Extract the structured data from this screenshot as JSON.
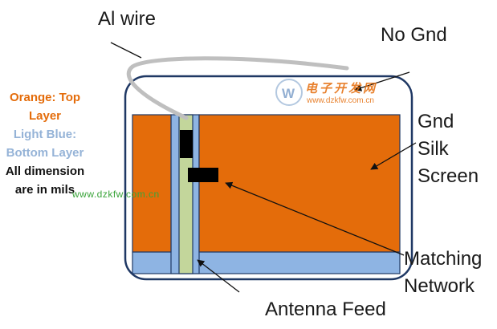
{
  "labels": {
    "al_wire": "Al wire",
    "no_gnd": "No Gnd",
    "gnd_silk_line1": "Gnd",
    "gnd_silk_line2": "Silk",
    "gnd_silk_line3": "Screen",
    "matching_line1": "Matching",
    "matching_line2": "Network",
    "antenna_feed": "Antenna Feed"
  },
  "legend": {
    "orange_line1": "Orange: Top",
    "orange_line2": "Layer",
    "blue_line1": "Light Blue:",
    "blue_line2": "Bottom Layer",
    "dim_line1": "All dimension",
    "dim_line2": "are in mils"
  },
  "watermark": {
    "logo_title": "电子开发网",
    "logo_url": "www.dzkfw.com.cn",
    "inline_url": "www.dzkfw.com.cn"
  },
  "colors": {
    "top_layer_orange": "#E46C0A",
    "bottom_layer_blue": "#8EB4E3",
    "feed_line_green": "#C3D69B",
    "board_outline": "#1F3864",
    "wire_gray": "#BFBFBF",
    "legend_orange_text": "#E46C0A",
    "legend_blue_text": "#95B3D7",
    "watermark_green": "#3AA43A"
  }
}
